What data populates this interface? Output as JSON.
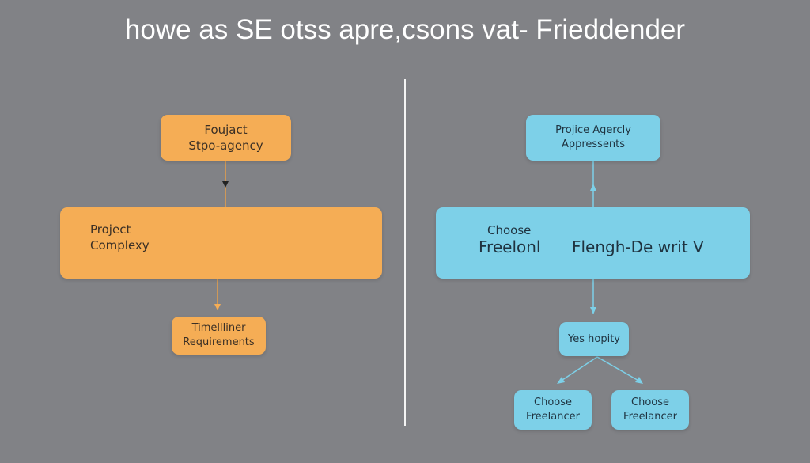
{
  "title": "howe as SE otss apre,csons vat- Frieddender",
  "colors": {
    "background": "#818286",
    "orange": "#f5ad55",
    "blue": "#7dd0e8",
    "divider": "#ffffff"
  },
  "left": {
    "top_box": {
      "line1": "Foujact",
      "line2": "Stpo-agency"
    },
    "middle_box": {
      "line1": "Project",
      "line2": "Complexy"
    },
    "bottom_box": {
      "line1": "Timellliner",
      "line2": "Requirements"
    }
  },
  "right": {
    "top_box": {
      "line1": "Projice Agercly",
      "line2": "Appressents"
    },
    "middle_box": {
      "choose": "Choose",
      "left_text": "Freelonl",
      "right_text": "Flengh-De writ V"
    },
    "decision_box": {
      "label": "Yes hopity"
    },
    "leaf_boxes": [
      {
        "line1": "Choose",
        "line2": "Freelancer"
      },
      {
        "line1": "Choose",
        "line2": "Freelancer"
      }
    ]
  }
}
